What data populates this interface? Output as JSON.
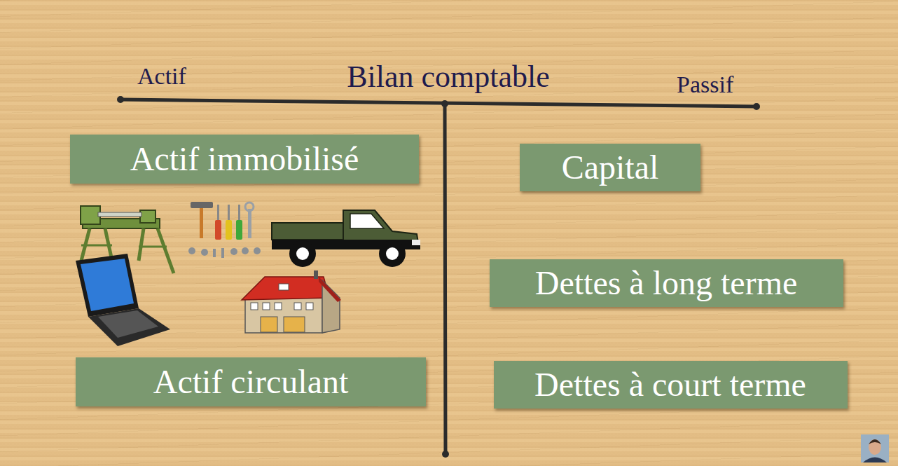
{
  "diagram": {
    "title": "Bilan comptable",
    "nodes": [
      {
        "text": [
          "Actif immobilisé"
        ]
      },
      {
        "text": [
          "Capital"
        ]
      },
      {
        "text": [
          "Dettes à long terme"
        ]
      },
      {
        "text": [
          "Actif circulant"
        ]
      },
      {
        "text": [
          "Dettes à court terme"
        ]
      }
    ],
    "labels": [
      "Actif",
      "Passif"
    ]
  }
}
